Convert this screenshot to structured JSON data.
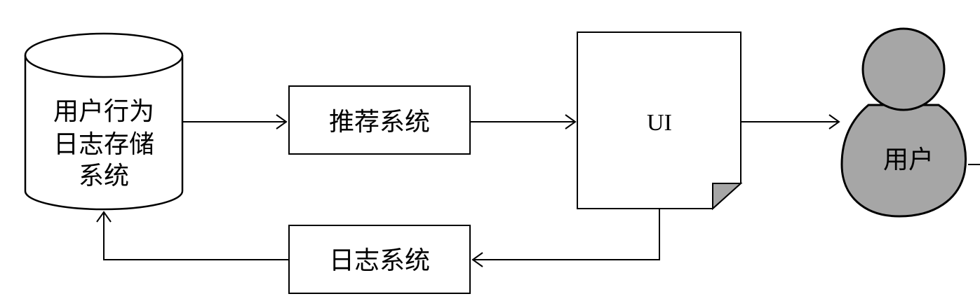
{
  "nodes": {
    "log_storage": {
      "lines": [
        "用户行为",
        "日志存储",
        "系统"
      ]
    },
    "recommender": {
      "label": "推荐系统"
    },
    "ui": {
      "label": "UI"
    },
    "user": {
      "label": "用户"
    },
    "log_system": {
      "label": "日志系统"
    }
  },
  "colors": {
    "stroke": "#000000",
    "user_fill": "#a6a6a6",
    "page_fold_fill": "#a6a6a6",
    "background": "#ffffff"
  }
}
